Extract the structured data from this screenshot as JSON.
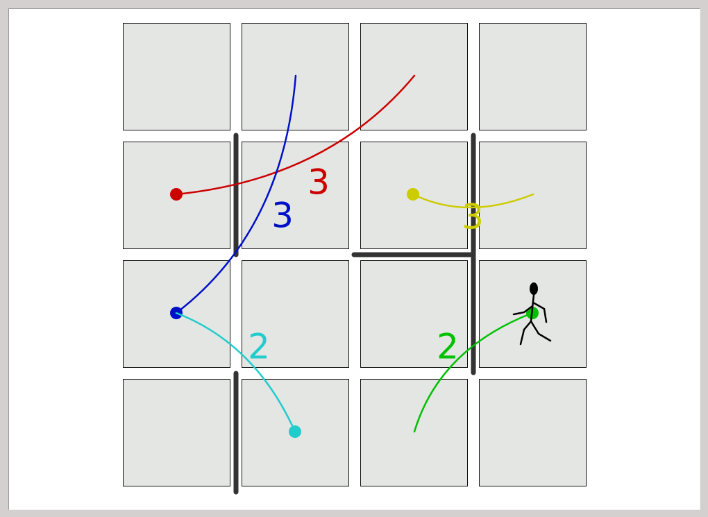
{
  "board": {
    "rows": 4,
    "cols": 4
  },
  "walls": [
    {
      "id": "wall-1",
      "orientation": "v",
      "line": 1,
      "from": 1,
      "to": 2
    },
    {
      "id": "wall-2",
      "orientation": "v",
      "line": 1,
      "from": 3,
      "to": 4
    },
    {
      "id": "wall-3",
      "orientation": "v",
      "line": 3,
      "from": 1,
      "to": 3
    },
    {
      "id": "wall-4",
      "orientation": "h",
      "line": 2,
      "from": 2,
      "to": 3
    }
  ],
  "paths": [
    {
      "id": "red",
      "color": "#cc0000",
      "label": "3"
    },
    {
      "id": "blue",
      "color": "#0010c8",
      "label": "3"
    },
    {
      "id": "yellow",
      "color": "#cccc00",
      "label": "3"
    },
    {
      "id": "cyan",
      "color": "#22cccc",
      "label": "2"
    },
    {
      "id": "green",
      "color": "#00c000",
      "label": "2"
    }
  ],
  "player": {
    "icon": "stick-figure-icon",
    "col": 3,
    "row": 2
  }
}
